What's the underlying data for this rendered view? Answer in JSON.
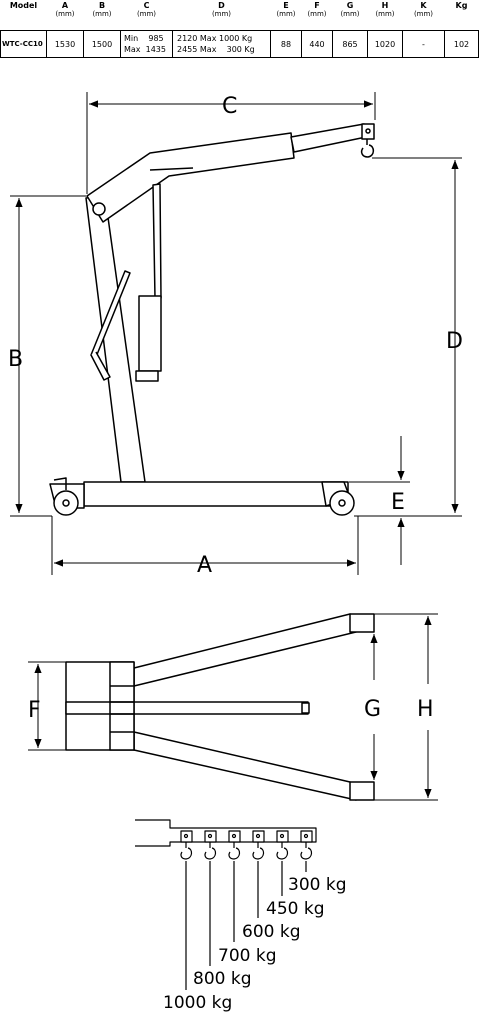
{
  "table": {
    "headers": [
      {
        "label": "Model",
        "unit": ""
      },
      {
        "label": "A",
        "unit": "(mm)"
      },
      {
        "label": "B",
        "unit": "(mm)"
      },
      {
        "label": "C",
        "unit": "(mm)"
      },
      {
        "label": "D",
        "unit": "(mm)"
      },
      {
        "label": "E",
        "unit": "(mm)"
      },
      {
        "label": "F",
        "unit": "(mm)"
      },
      {
        "label": "G",
        "unit": "(mm)"
      },
      {
        "label": "H",
        "unit": "(mm)"
      },
      {
        "label": "K",
        "unit": "(mm)"
      },
      {
        "label": "Kg",
        "unit": ""
      }
    ],
    "row": {
      "model": "WTC-CC10",
      "a": "1530",
      "b": "1500",
      "c_min": "Min    985",
      "c_max": "Max  1435",
      "d_line1": "2120 Max 1000 Kg",
      "d_line2": "2455 Max    300 Kg",
      "e": "88",
      "f": "440",
      "g": "865",
      "h": "1020",
      "k": "-",
      "kg": "102"
    }
  },
  "labels": {
    "a": "A",
    "b": "B",
    "c": "C",
    "d": "D",
    "e": "E",
    "f": "F",
    "g": "G",
    "h": "H"
  },
  "loads": [
    "300 kg",
    "450 kg",
    "600 kg",
    "700 kg",
    "800 kg",
    "1000 kg"
  ]
}
